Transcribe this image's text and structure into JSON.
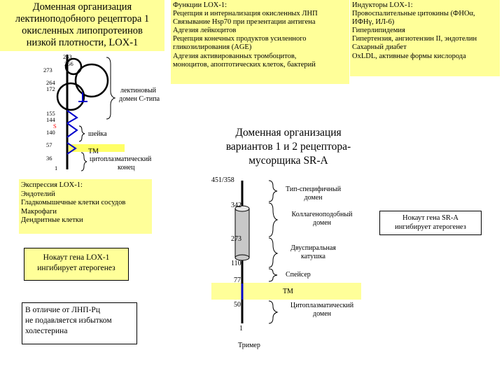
{
  "lox1": {
    "title_lines": [
      "Доменная организация",
      "лектиноподобного рецептора 1",
      "окисленных липопротеинов",
      "низкой плотности, LOX-1"
    ],
    "functions_lines": [
      "Функции LOX-1:",
      "Рецепция и интернализация окисленных ЛНП",
      "Связывание Hsp70 при презентации антигена",
      "Адгезия лейкоцитов",
      "Рецепция конечных продуктов усиленного",
      "гликозилирования (AGE)",
      "Адгезия активированных тромбоцитов,",
      "моноцитов, апоптотических клеток, бактерий"
    ],
    "inducers_lines": [
      "Индукторы LOX-1:",
      "Провоспалительные цитокины (ФНОα,",
      " ИФНγ, ИЛ-6)",
      "Гиперлипидемия",
      "Гипертензия, ангиотензин II, эндотелин",
      "Сахарный диабет",
      "OxLDL, активные формы кислорода"
    ],
    "residues": {
      "r243": "243",
      "r256": "256",
      "r273": "273",
      "r264": "264",
      "r172": "172",
      "r155": "155",
      "r144": "144",
      "s": "S",
      "r140": "140",
      "r57": "57",
      "r36": "36",
      "r1": "1"
    },
    "domain_labels": {
      "lectin_line1": "лектиновый",
      "lectin_line2": "домен С-типа",
      "neck": "шейка",
      "tm": "ТМ",
      "cyto_line1": "цитоплазматический",
      "cyto_line2": "конец"
    },
    "expression_lines": [
      "Экспрессия LOX-1:",
      "Эндотелий",
      "Гладкомышечные клетки сосудов",
      "Макрофаги",
      "Дендритные клетки"
    ],
    "knockout_lines": [
      "Нокаут гена LOX-1",
      "ингибирует атерогенез"
    ],
    "ldl_note_lines": [
      "В отличие от ЛНП-Рц",
      "не подавляется избытком",
      "холестерина"
    ]
  },
  "sra": {
    "title_lines": [
      "Доменная организация",
      "вариантов 1 и 2 рецептора-",
      "мусорщика SR-A"
    ],
    "residues": {
      "r451": "451/358",
      "r342": "342",
      "r273": "273",
      "r110": "110",
      "r77": "77",
      "r50": "50",
      "r1": "1"
    },
    "domain_labels": {
      "type_line1": "Тип-специфичный",
      "type_line2": "домен",
      "collagen_line1": "Коллагеноподобный",
      "collagen_line2": "домен",
      "coil_line1": "Двуспиральная",
      "coil_line2": "катушка",
      "spacer": "Спейсер",
      "tm": "ТМ",
      "cyto_line1": "Цитоплазматический",
      "cyto_line2": "домен",
      "trimer": "Тример"
    },
    "knockout_lines": [
      "Нокаут гена SR-A",
      "ингибирует атерогенез"
    ]
  },
  "colors": {
    "highlight": "#ffff99",
    "membrane": "#ffff66",
    "tm_blue": "#0000cc",
    "cysteine_red": "#ff0000"
  }
}
